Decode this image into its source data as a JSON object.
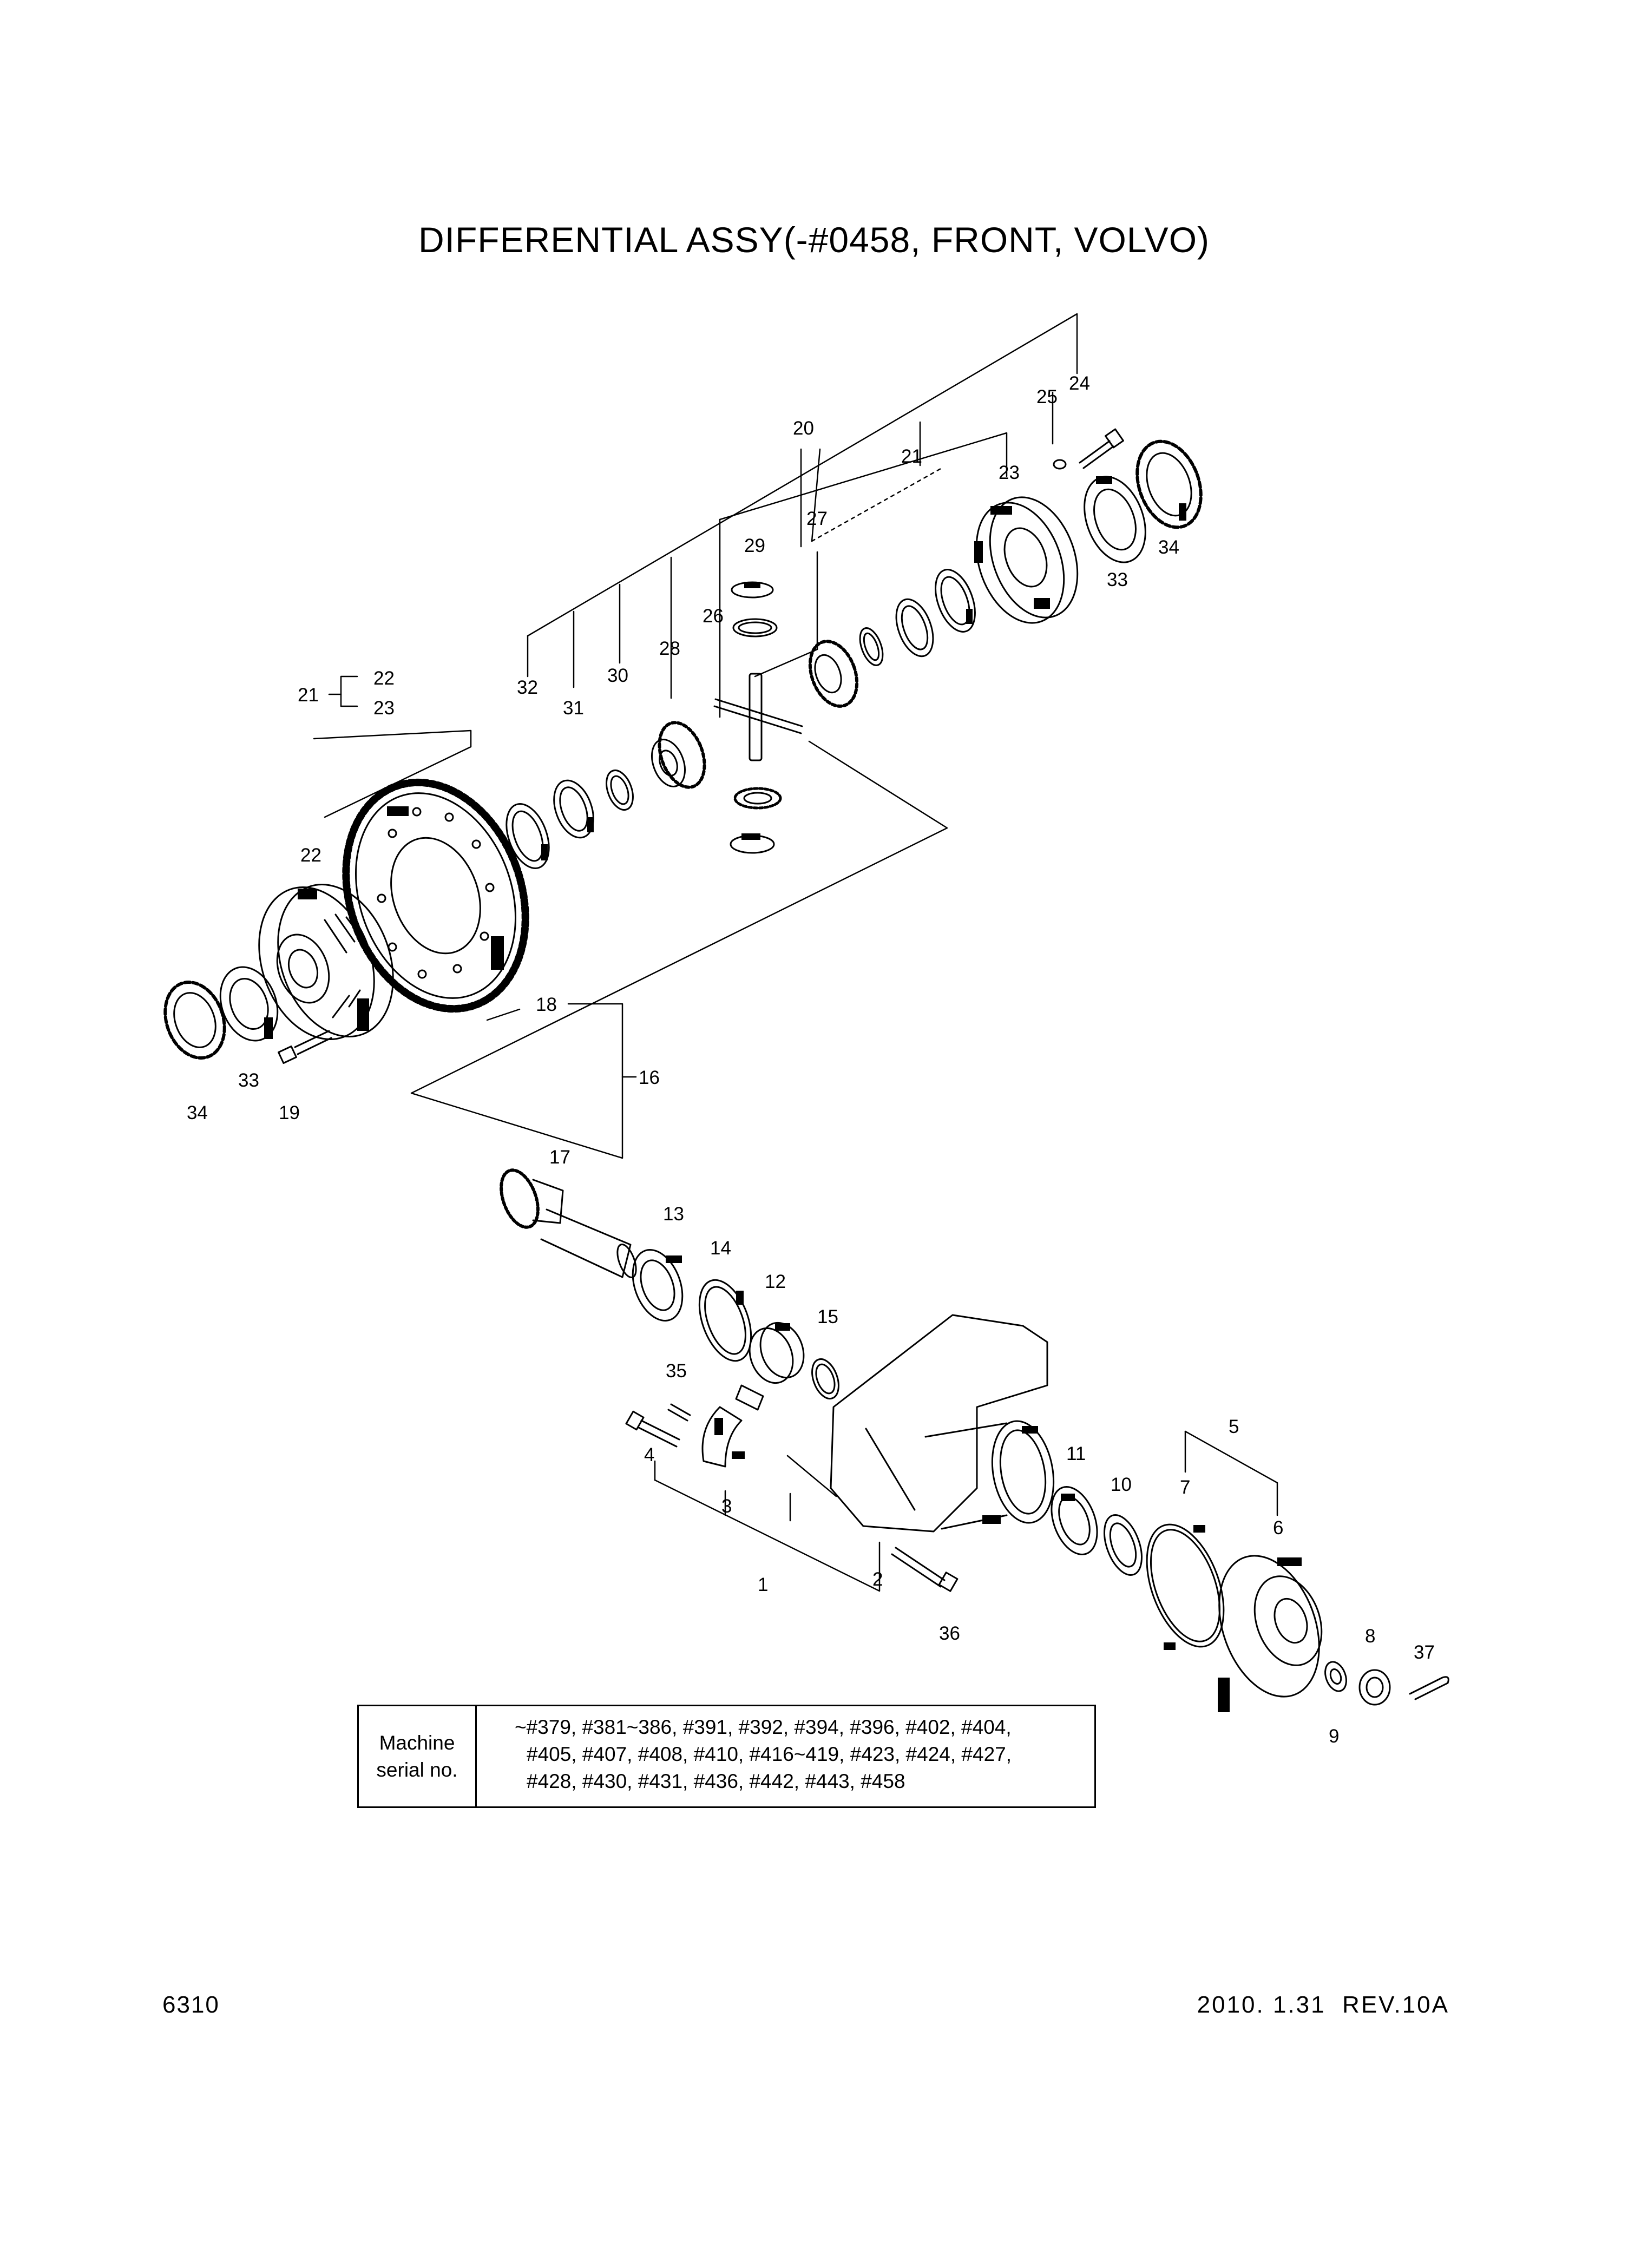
{
  "title": "DIFFERENTIAL ASSY(-#0458, FRONT, VOLVO)",
  "group_legend": {
    "parent": "21",
    "children": [
      "22",
      "23"
    ]
  },
  "callouts": [
    "1",
    "2",
    "3",
    "4",
    "5",
    "6",
    "7",
    "8",
    "9",
    "10",
    "11",
    "12",
    "13",
    "14",
    "15",
    "16",
    "17",
    "18",
    "19",
    "20",
    "21",
    "22",
    "23",
    "24",
    "25",
    "26",
    "27",
    "28",
    "29",
    "30",
    "31",
    "32",
    "33",
    "34",
    "35",
    "36",
    "37"
  ],
  "serial_table": {
    "label": "Machine\nserial no.",
    "lines": [
      "~#379, #381~386, #391, #392, #394, #396, #402, #404,",
      "#405, #407, #408, #410, #416~419, #423, #424, #427,",
      "#428, #430, #431, #436, #442, #443, #458"
    ]
  },
  "footer": {
    "page_number": "6310",
    "date_rev": "2010. 1.31  REV.10A"
  }
}
